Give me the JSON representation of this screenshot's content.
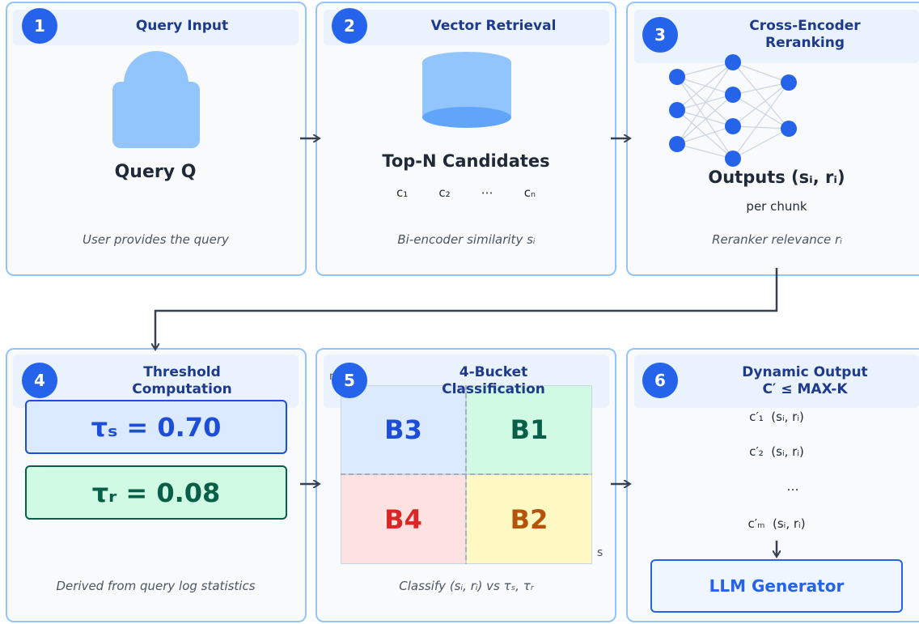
{
  "panels": {
    "p1": {
      "number": "1",
      "title": "Query Input",
      "label": "Query Q",
      "caption": "User provides the query"
    },
    "p2": {
      "number": "2",
      "title": "Vector Retrieval",
      "label": "Top-N Candidates",
      "candidates": [
        "c₁",
        "c₂",
        "⋯",
        "cₙ"
      ],
      "caption": "Bi-encoder similarity sᵢ"
    },
    "p3": {
      "number": "3",
      "title_line1": "Cross-Encoder",
      "title_line2": "Reranking",
      "label": "Outputs (sᵢ, rᵢ)",
      "sublabel": "per chunk",
      "caption": "Reranker relevance rᵢ"
    },
    "p4": {
      "number": "4",
      "title_line1": "Threshold",
      "title_line2": "Computation",
      "tau_s": "τₛ = 0.70",
      "tau_r": "τᵣ = 0.08",
      "caption": "Derived from query log statistics"
    },
    "p5": {
      "number": "5",
      "title_line1": "4-Bucket",
      "title_line2": "Classification",
      "buckets": [
        "B3",
        "B1",
        "B4",
        "B2"
      ],
      "y_axis": "r",
      "x_axis": "s",
      "caption": "Classify (sᵢ, rᵢ) vs τₛ, τᵣ"
    },
    "p6": {
      "number": "6",
      "title_line1": "Dynamic Output",
      "title_line2": "C′ ≤ MAX-K",
      "items": [
        "c′₁  (sᵢ, rᵢ)",
        "c′₂  (sᵢ, rᵢ)",
        "…",
        "c′ₘ  (sᵢ, rᵢ)"
      ],
      "generator": "LLM Generator"
    }
  },
  "colors": {
    "accent": "#2563eb",
    "panel_border": "#93c5fd",
    "title": "#1e3a8a",
    "b3": "#dbeafe",
    "b1": "#d1fae5",
    "b4": "#fee2e2",
    "b2": "#fef9c3"
  }
}
